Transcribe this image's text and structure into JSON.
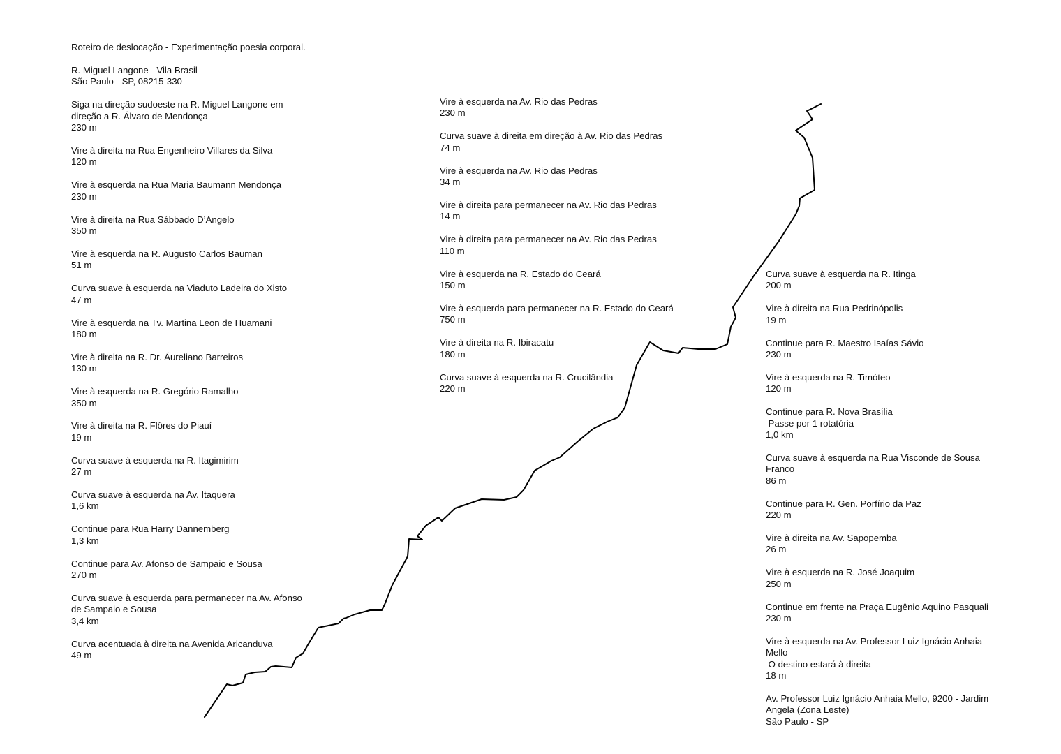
{
  "header": {
    "title": "Roteiro de deslocação - Experimentação poesia corporal."
  },
  "origin": {
    "line1": "R. Miguel Langone - Vila Brasil",
    "line2": "São Paulo - SP, 08215-330"
  },
  "col1_steps": [
    {
      "text": "Siga na direção sudoeste na R. Miguel Langone em\ndireção a R. Álvaro de Mendonça",
      "dist": "230 m"
    },
    {
      "text": "Vire à direita na Rua Engenheiro Villares da Silva",
      "dist": "120 m"
    },
    {
      "text": "Vire à esquerda na Rua Maria Baumann Mendonça",
      "dist": "230 m"
    },
    {
      "text": "Vire à direita na Rua Sábbado D’Angelo",
      "dist": "350 m"
    },
    {
      "text": "Vire à esquerda na R. Augusto Carlos Bauman",
      "dist": "51 m"
    },
    {
      "text": "Curva suave à esquerda na Viaduto Ladeira do Xisto",
      "dist": "47 m"
    },
    {
      "text": "Vire à esquerda na Tv. Martina Leon de Huamani",
      "dist": "180 m"
    },
    {
      "text": "Vire à direita na R. Dr. Áureliano Barreiros",
      "dist": "130 m"
    },
    {
      "text": "Vire à esquerda na R. Gregório Ramalho",
      "dist": "350 m"
    },
    {
      "text": "Vire à direita na R. Flôres do Piauí",
      "dist": "19 m"
    },
    {
      "text": "Curva suave à esquerda na R. Itagimirim",
      "dist": "27 m"
    },
    {
      "text": "Curva suave à esquerda na Av. Itaquera",
      "dist": "1,6 km"
    },
    {
      "text": "Continue para Rua Harry Dannemberg",
      "dist": "1,3 km"
    },
    {
      "text": "Continue para Av. Afonso de Sampaio e Sousa",
      "dist": "270 m"
    },
    {
      "text": "Curva suave à esquerda para permanecer na Av. Afonso\nde Sampaio e Sousa",
      "dist": "3,4 km"
    },
    {
      "text": "Curva acentuada à direita na Avenida Aricanduva",
      "dist": "49 m"
    }
  ],
  "col2_steps": [
    {
      "text": "Vire à esquerda na Av. Rio das Pedras",
      "dist": "230 m"
    },
    {
      "text": "Curva suave à direita em direção à Av. Rio das Pedras",
      "dist": "74 m"
    },
    {
      "text": "Vire à esquerda na Av. Rio das Pedras",
      "dist": "34 m"
    },
    {
      "text": "Vire à direita para permanecer na Av. Rio das Pedras",
      "dist": "14 m"
    },
    {
      "text": "Vire à direita para permanecer na Av. Rio das Pedras",
      "dist": "110 m"
    },
    {
      "text": "Vire à esquerda na R. Estado do Ceará",
      "dist": "150 m"
    },
    {
      "text": "Vire à esquerda para permanecer na R. Estado do Ceará",
      "dist": "750 m"
    },
    {
      "text": "Vire à direita na R. Ibiracatu",
      "dist": "180 m"
    },
    {
      "text": "Curva suave à esquerda na R. Crucilândia",
      "dist": "220 m"
    }
  ],
  "col3_steps": [
    {
      "text": "Curva suave à esquerda na R. Itinga",
      "dist": "200 m"
    },
    {
      "text": "Vire à direita na Rua Pedrinópolis",
      "dist": "19 m"
    },
    {
      "text": "Continue para R. Maestro Isaías Sávio",
      "dist": "230 m"
    },
    {
      "text": "Vire à esquerda na R. Timóteo",
      "dist": "120 m"
    },
    {
      "text": "Continue para R. Nova Brasília\n Passe por 1 rotatória",
      "dist": "1,0 km"
    },
    {
      "text": "Curva suave à esquerda na Rua Visconde de Sousa\nFranco",
      "dist": "86 m"
    },
    {
      "text": "Continue para R. Gen. Porfírio da Paz",
      "dist": "220 m"
    },
    {
      "text": "Vire à direita na Av. Sapopemba",
      "dist": "26 m"
    },
    {
      "text": "Vire à esquerda na R. José Joaquim",
      "dist": "250 m"
    },
    {
      "text": "Continue em frente na Praça Eugênio Aquino Pasquali",
      "dist": "230 m"
    },
    {
      "text": "Vire à esquerda na Av. Professor Luiz Ignácio Anhaia\nMello\n O destino estará à direita",
      "dist": "18 m"
    }
  ],
  "destination": {
    "text": "Av. Professor Luiz Ignácio Anhaia Mello, 9200 - Jardim\nAngela (Zona Leste)\nSão Paulo - SP"
  },
  "route_line": {
    "color": "#000000"
  }
}
